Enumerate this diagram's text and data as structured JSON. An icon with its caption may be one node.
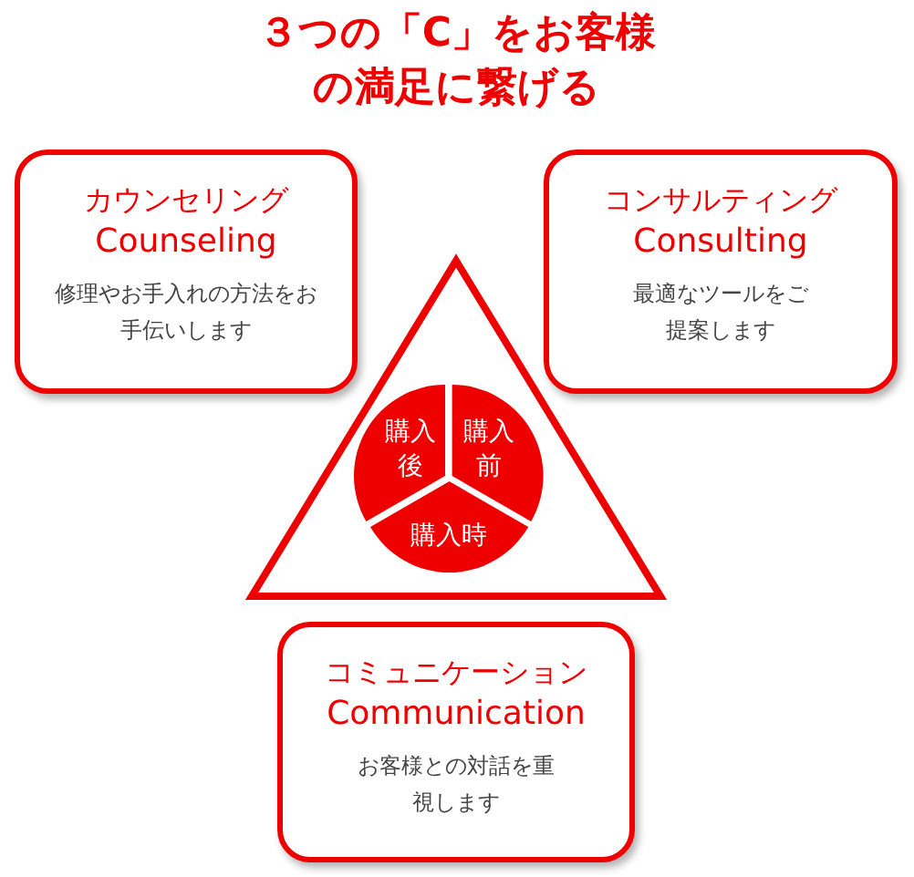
{
  "diagram": {
    "title": "３つの「C」をお客様の満足に繋げる",
    "nodes": [
      {
        "text": [
          "カウンセリング",
          "Counseling",
          "修理やお手入れの方法をお手伝いします"
        ]
      },
      {
        "text": [
          "コンサルティング",
          "Consulting",
          "最適なツールをご提案します"
        ]
      },
      {
        "text": [],
        "shape": "triangle"
      },
      {
        "text": [
          "購入後"
        ],
        "in": 2
      },
      {
        "text": [
          "購入前"
        ],
        "in": 2
      },
      {
        "text": [
          "購入時"
        ],
        "in": 2
      },
      {
        "text": [
          "コミュニケーション",
          "Communication",
          "お客様との対話を重視します"
        ]
      }
    ]
  }
}
